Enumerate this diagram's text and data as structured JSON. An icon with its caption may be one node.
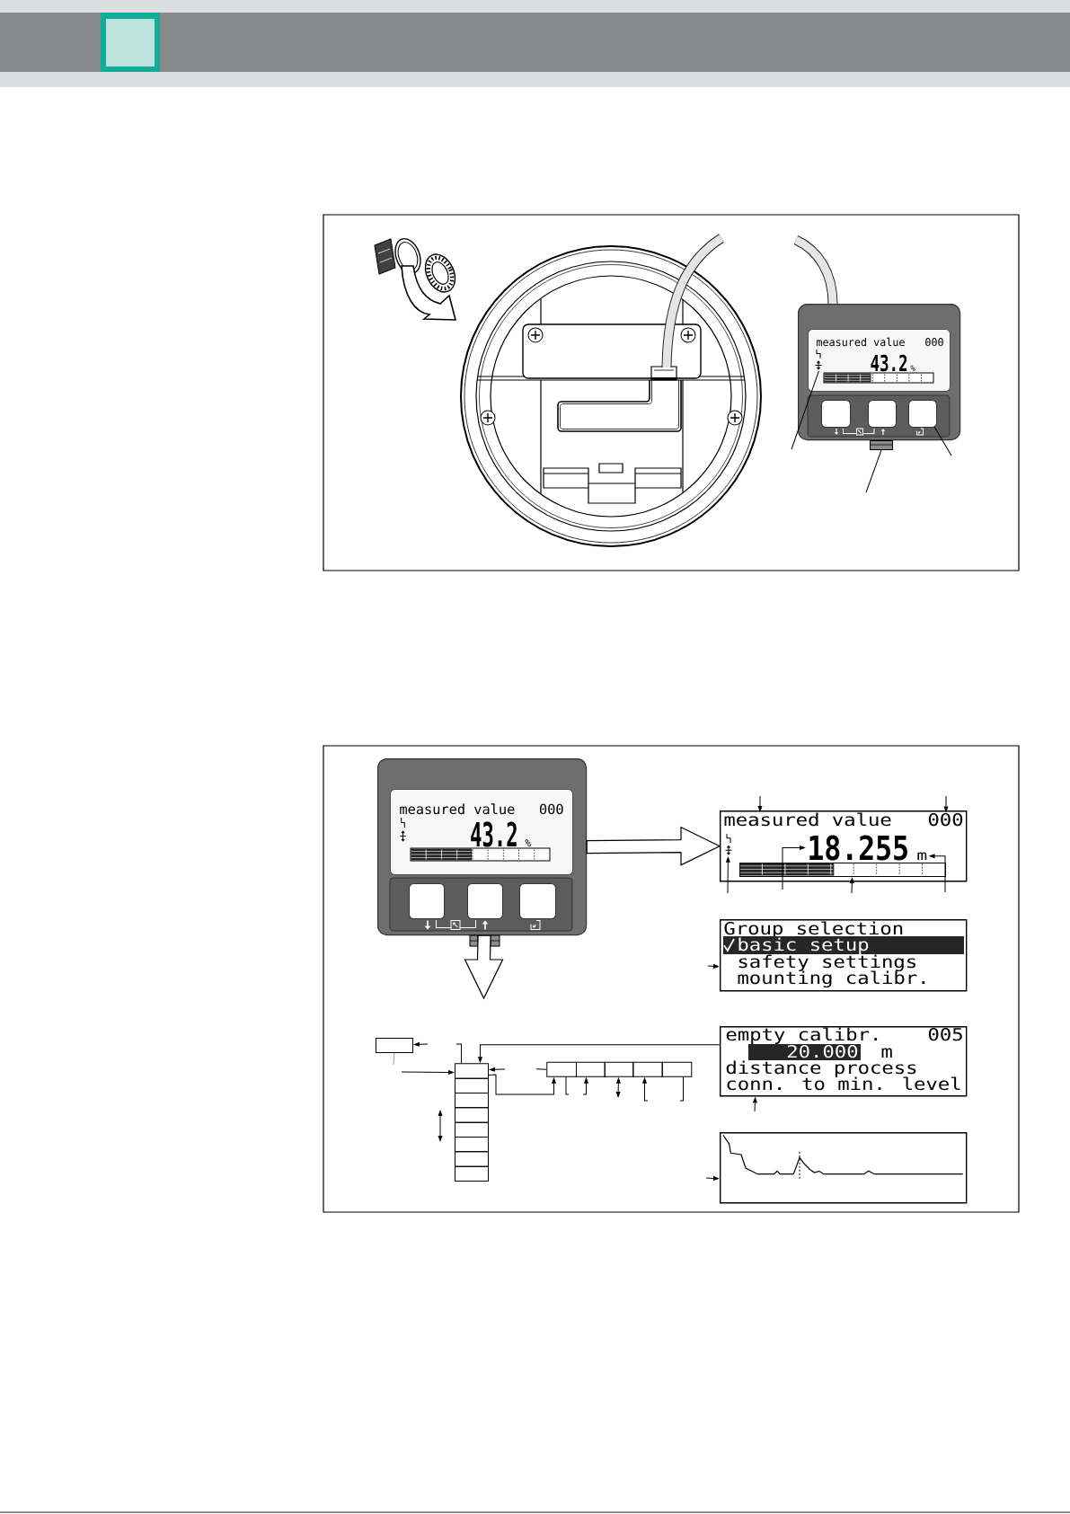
{
  "diagram": {
    "nodes": [
      {
        "text": [],
        "shape": "box"
      },
      {
        "text": [
          "measured value",
          "000",
          "43.2",
          "%"
        ],
        "in": 0
      },
      {
        "text": [],
        "shape": "picture",
        "in": 1
      },
      {
        "text": [],
        "shape": "box",
        "in": 0
      },
      {
        "text": [],
        "shape": "box",
        "in": 0
      },
      {
        "text": [],
        "shape": "box",
        "in": 0
      },
      {
        "text": [],
        "shape": "box"
      },
      {
        "text": [],
        "shape": "box"
      },
      {
        "text": [
          "measured value",
          "000",
          "43.2",
          "%"
        ],
        "in": 7
      },
      {
        "text": [],
        "shape": "box",
        "in": 7
      },
      {
        "text": [],
        "shape": "box",
        "in": 7
      },
      {
        "text": [],
        "shape": "box",
        "in": 7
      },
      {
        "text": [],
        "shape": "box"
      },
      {
        "text": [
          "measured value"
        ],
        "in": 12
      },
      {
        "text": [
          "000"
        ],
        "in": 12
      },
      {
        "text": [],
        "shape": "picture",
        "in": 12
      },
      {
        "text": [
          "18.255"
        ],
        "in": 12
      },
      {
        "text": [
          "m"
        ],
        "in": 12
      },
      {
        "text": [],
        "shape": "bar",
        "in": 12
      },
      {
        "text": [
          "Group selection",
          "basic setup",
          "safety settings",
          "mounting calibr."
        ]
      },
      {
        "text": [
          "empty calibr.",
          "005",
          "20.000",
          "m",
          "distance process",
          "conn. to min. level"
        ]
      },
      {
        "text": [],
        "shape": "picture"
      },
      {
        "text": [],
        "shape": "box"
      },
      {
        "text": [],
        "shape": "box"
      },
      {
        "text": [],
        "shape": "box"
      },
      {
        "text": [],
        "shape": "box"
      },
      {
        "text": [],
        "shape": "box"
      },
      {
        "text": [],
        "shape": "box"
      },
      {
        "text": [],
        "shape": "box"
      },
      {
        "text": [],
        "shape": "box"
      },
      {
        "text": [],
        "shape": "box"
      },
      {
        "text": [],
        "shape": "box"
      },
      {
        "text": [],
        "shape": "box"
      },
      {
        "text": [],
        "shape": "box"
      },
      {
        "text": [],
        "shape": "box"
      },
      {
        "text": [],
        "shape": "box"
      }
    ],
    "edges": [
      {
        "from": null,
        "to": 2,
        "arrow": "none"
      },
      {
        "from": null,
        "to": 6,
        "arrow": "none"
      },
      {
        "from": null,
        "to": 5,
        "arrow": "none"
      },
      {
        "from": 7,
        "to": 12,
        "arrow": "to",
        "style": "thick"
      },
      {
        "from": 7,
        "to": null,
        "arrow": "to",
        "style": "thick"
      },
      {
        "from": null,
        "to": 13,
        "arrow": "to"
      },
      {
        "from": null,
        "to": 14,
        "arrow": "to"
      },
      {
        "from": null,
        "to": 15,
        "arrow": "to"
      },
      {
        "from": null,
        "to": 16,
        "arrow": "to"
      },
      {
        "from": null,
        "to": 18,
        "arrow": "to"
      },
      {
        "from": null,
        "to": 17,
        "arrow": "to"
      },
      {
        "from": null,
        "to": 19,
        "arrow": "to"
      },
      {
        "from": null,
        "to": 20,
        "arrow": "to"
      },
      {
        "from": null,
        "to": 21,
        "arrow": "to"
      },
      {
        "from": null,
        "to": 22,
        "arrow": "to"
      },
      {
        "from": null,
        "to": 22,
        "arrow": "none",
        "color": "#999999"
      },
      {
        "from": null,
        "to": 23,
        "arrow": "none"
      },
      {
        "from": null,
        "to": 23,
        "arrow": "to"
      },
      {
        "from": 20,
        "to": 23,
        "arrow": "to"
      },
      {
        "from": 23,
        "to": 31,
        "arrow": "to"
      },
      {
        "from": null,
        "to": 31,
        "arrow": "none"
      },
      {
        "from": null,
        "to": 31,
        "arrow": "none"
      },
      {
        "from": null,
        "to": 32,
        "arrow": "to"
      },
      {
        "from": null,
        "to": 34,
        "arrow": "to"
      },
      {
        "from": null,
        "to": 35,
        "arrow": "none"
      },
      {
        "from": null,
        "to": 33,
        "arrow": "both"
      },
      {
        "from": null,
        "to": 23,
        "arrow": "to"
      },
      {
        "from": 3,
        "to": 4,
        "arrow": "none",
        "color": "#ffffff"
      },
      {
        "from": 9,
        "to": 10,
        "arrow": "none",
        "color": "#ffffff"
      }
    ]
  }
}
